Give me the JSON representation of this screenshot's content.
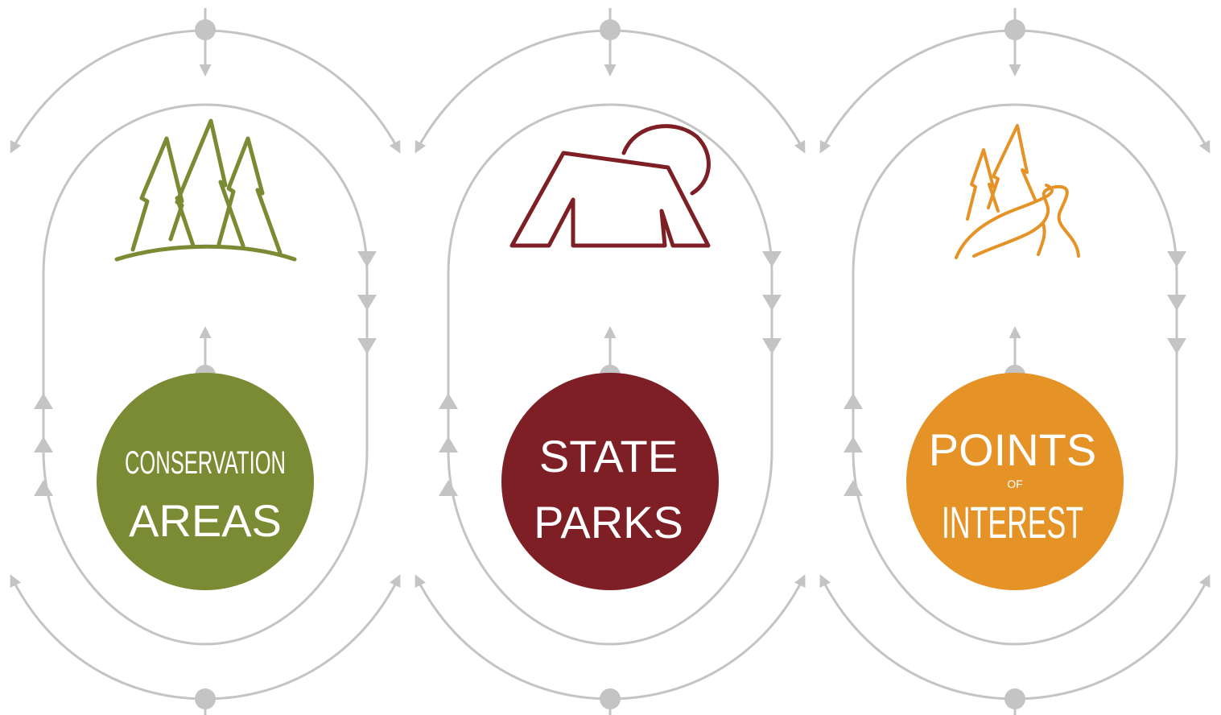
{
  "colors": {
    "line": "#c4c4c4",
    "node": "#c4c4c4",
    "conservation": "#7a8b34",
    "parks": "#7e1f25",
    "interest": "#e59226",
    "text": "#ffffff"
  },
  "columns": [
    {
      "id": "conservation",
      "icon": "forest-icon",
      "label_line1": "CONSERVATION",
      "label_line2": "AREAS"
    },
    {
      "id": "parks",
      "icon": "rock-sun-icon",
      "label_line1": "STATE",
      "label_line2": "PARKS"
    },
    {
      "id": "interest",
      "icon": "trees-river-icon",
      "label_line1": "POINTS",
      "label_small": "OF",
      "label_line2": "INTEREST"
    }
  ]
}
